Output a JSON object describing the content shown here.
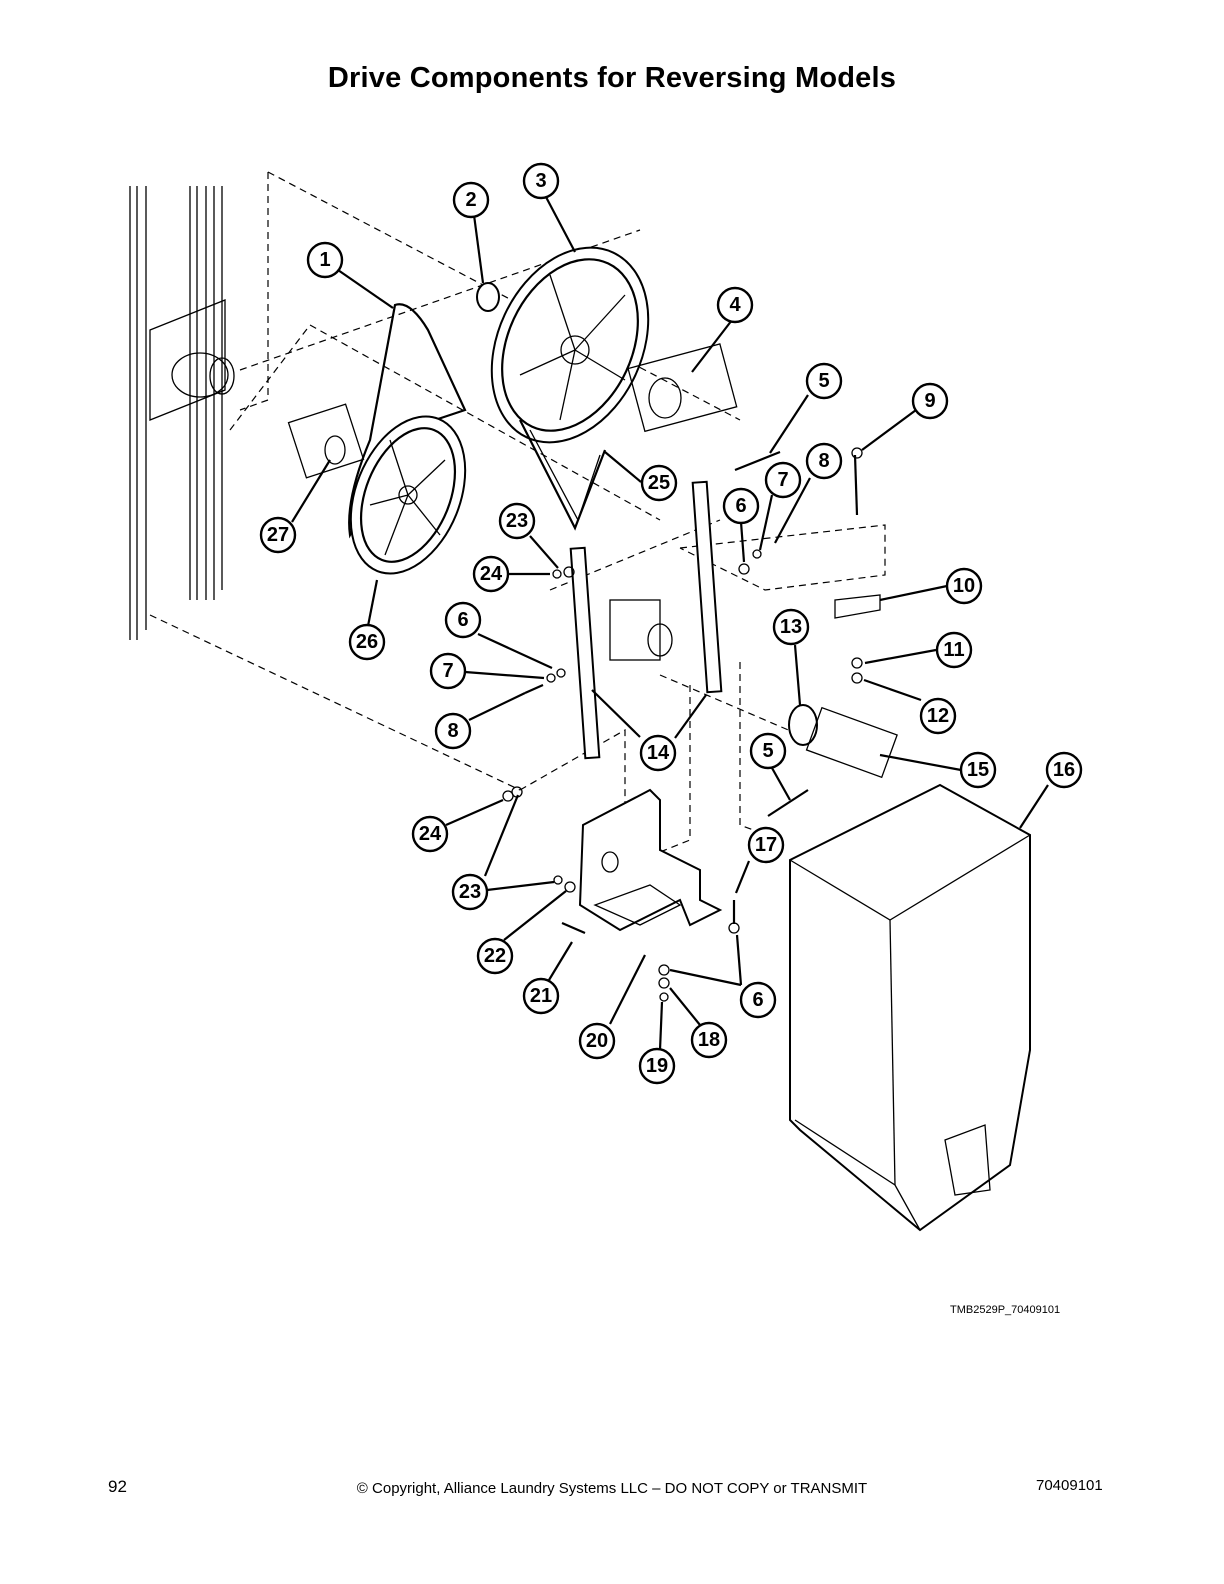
{
  "title": "Drive Components for Reversing Models",
  "figure_id": "TMB2529P_70409101",
  "footer": {
    "page_number": "92",
    "copyright": "© Copyright, Alliance Laundry Systems LLC – DO NOT COPY or TRANSMIT",
    "doc_number": "70409101"
  },
  "callouts": [
    "1",
    "2",
    "3",
    "4",
    "5",
    "7",
    "8",
    "9",
    "6",
    "23",
    "25",
    "27",
    "10",
    "24",
    "13",
    "6",
    "11",
    "26",
    "7",
    "12",
    "8",
    "14",
    "5",
    "15",
    "16",
    "24",
    "17",
    "23",
    "22",
    "6",
    "21",
    "20",
    "18",
    "19"
  ]
}
